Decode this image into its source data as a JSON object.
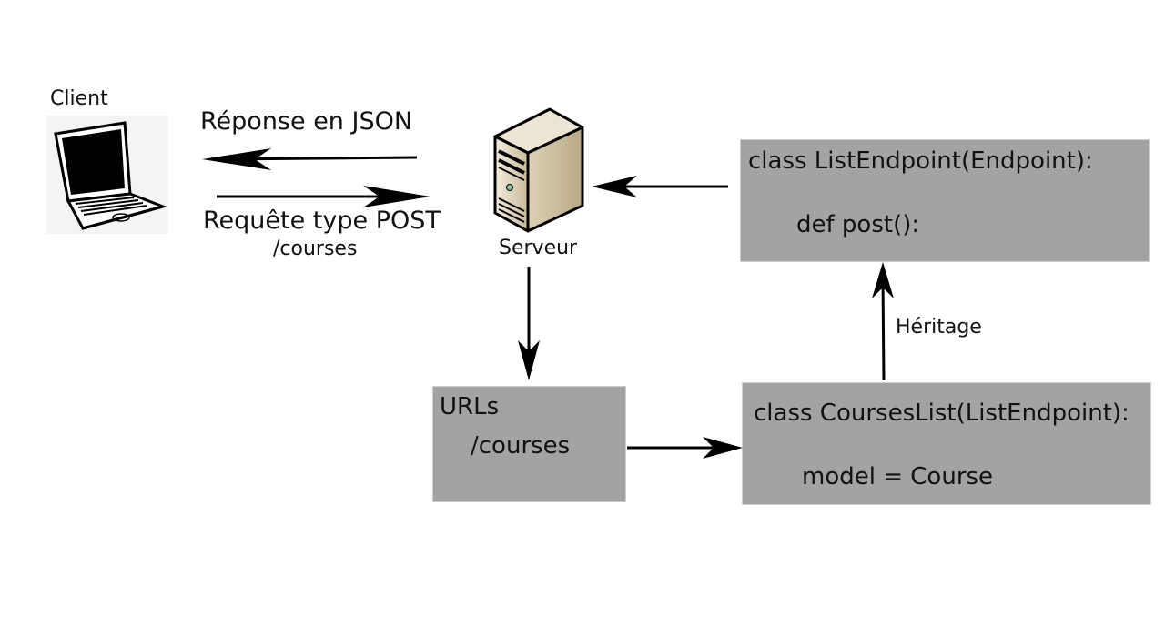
{
  "client": {
    "label": "Client",
    "icon": "laptop-icon"
  },
  "server": {
    "label": "Serveur",
    "icon": "server-icon"
  },
  "response_label": "Réponse en JSON",
  "request": {
    "label": "Requête type POST",
    "path": "/courses"
  },
  "inheritance_label": "Héritage",
  "list_endpoint": {
    "line1": "class ListEndpoint(Endpoint):",
    "line2": "def post():"
  },
  "urls": {
    "line1": "URLs",
    "line2": "/courses"
  },
  "courses_list": {
    "line1": "class CoursesList(ListEndpoint):",
    "line2": "model = Course"
  },
  "colors": {
    "box_fill": "#a3a3a3",
    "arrow": "#000000"
  }
}
